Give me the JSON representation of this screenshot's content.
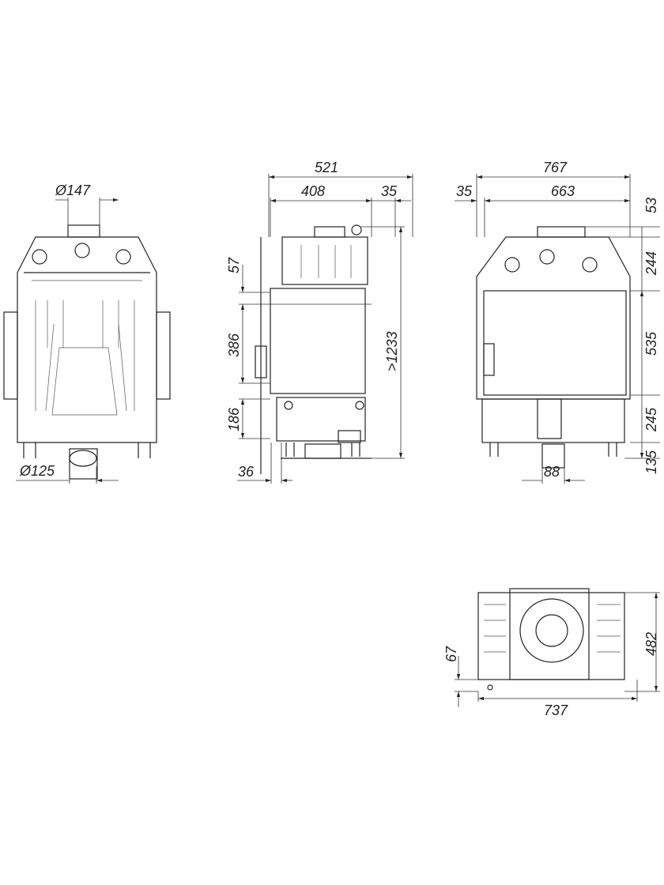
{
  "front_view": {
    "flue_top_diameter": "Ø147",
    "flue_bottom_diameter": "Ø125"
  },
  "side_view": {
    "overall_depth": "521",
    "body_depth": "408",
    "offset": "35",
    "top_offset": "57",
    "glass_height": "386",
    "lower_height": "186",
    "total_height": ">1233",
    "foot_offset": "36"
  },
  "rear_view": {
    "overall_width": "767",
    "side_offset": "35",
    "body_width": "663",
    "top_h": "53",
    "hood_h": "244",
    "firebox_h": "535",
    "base_h": "245",
    "legs_h": "135",
    "duct_w": "88"
  },
  "plan_view": {
    "depth": "482",
    "offset": "67",
    "width": "737"
  }
}
